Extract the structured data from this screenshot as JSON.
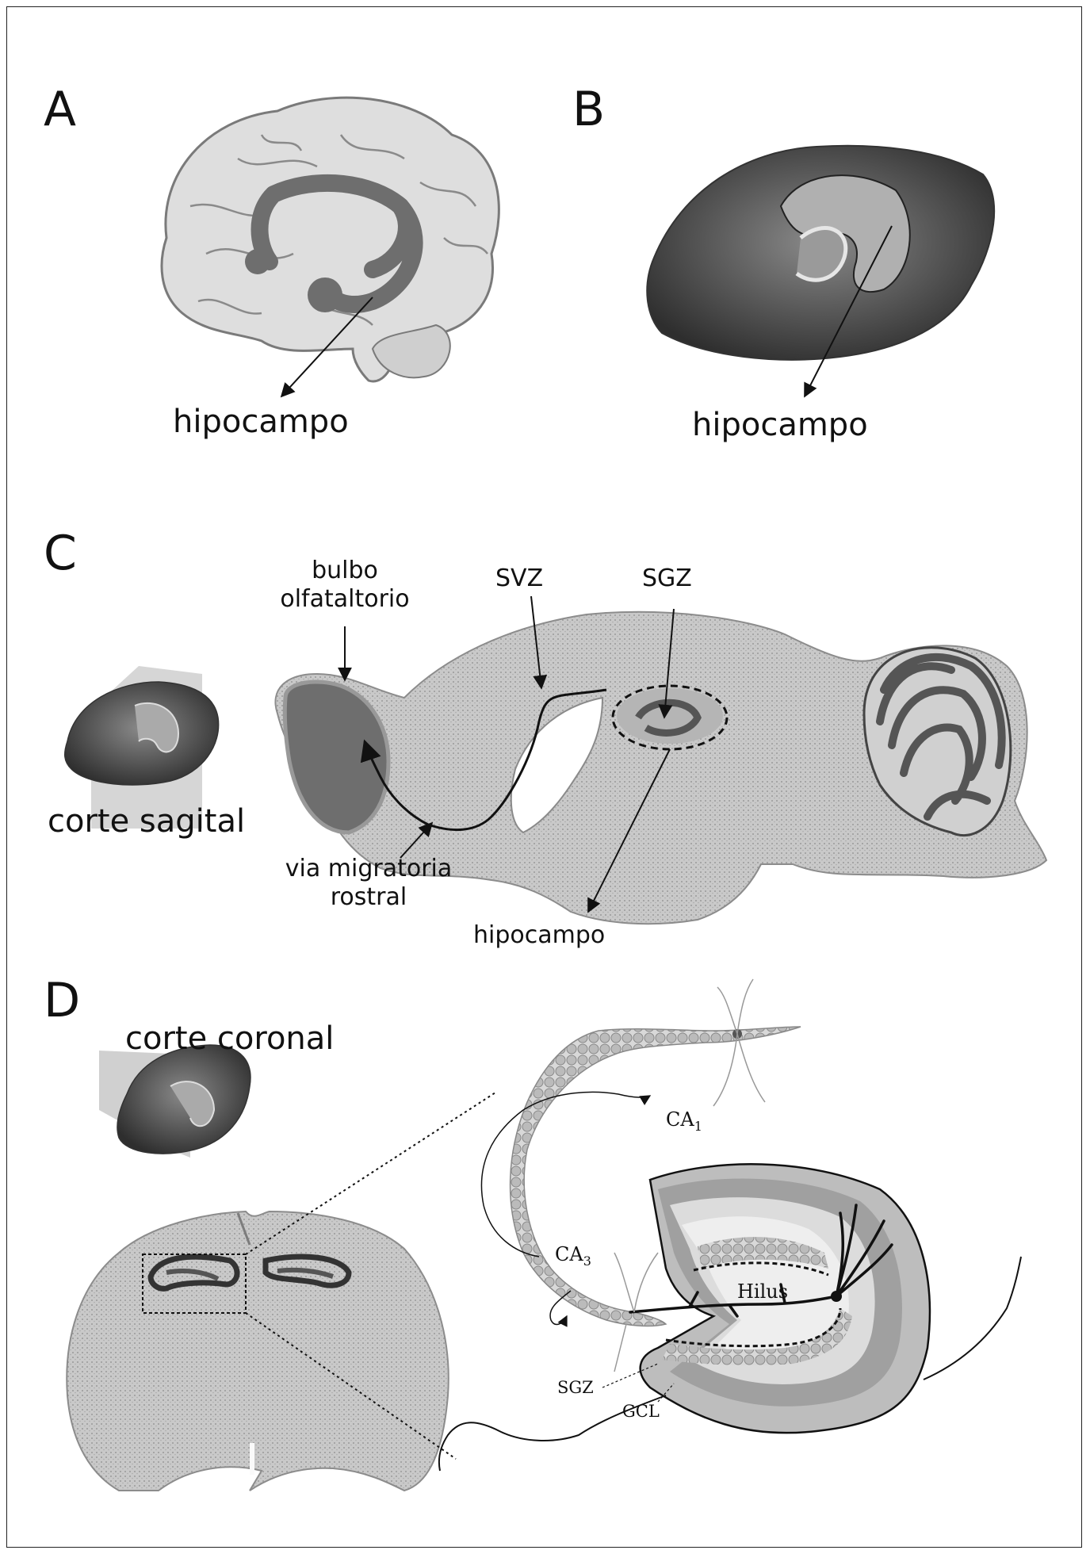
{
  "panels": {
    "a": {
      "letter": "A",
      "label": "hipocampo"
    },
    "b": {
      "letter": "B",
      "label": "hipocampo"
    },
    "c": {
      "letter": "C",
      "inset_label": "corte sagital",
      "bulbo_line1": "bulbo",
      "bulbo_line2": "olfataltorio",
      "svz": "SVZ",
      "sgz": "SGZ",
      "via_line1": "via migratoria",
      "via_line2": "rostral",
      "hipocampo": "hipocampo"
    },
    "d": {
      "letter": "D",
      "inset_label": "corte coronal",
      "ca1": "CA",
      "ca1_sub": "1",
      "ca3": "CA",
      "ca3_sub": "3",
      "hilus": "Hilus",
      "sgz": "SGZ",
      "gcl": "GCL"
    }
  },
  "colors": {
    "border": "#222222",
    "brain_light": "#dcdcdc",
    "hippocampus": "#7a7a7a",
    "dark_tissue": "#4a4a4a",
    "section_gray": "#bdbdbd"
  }
}
